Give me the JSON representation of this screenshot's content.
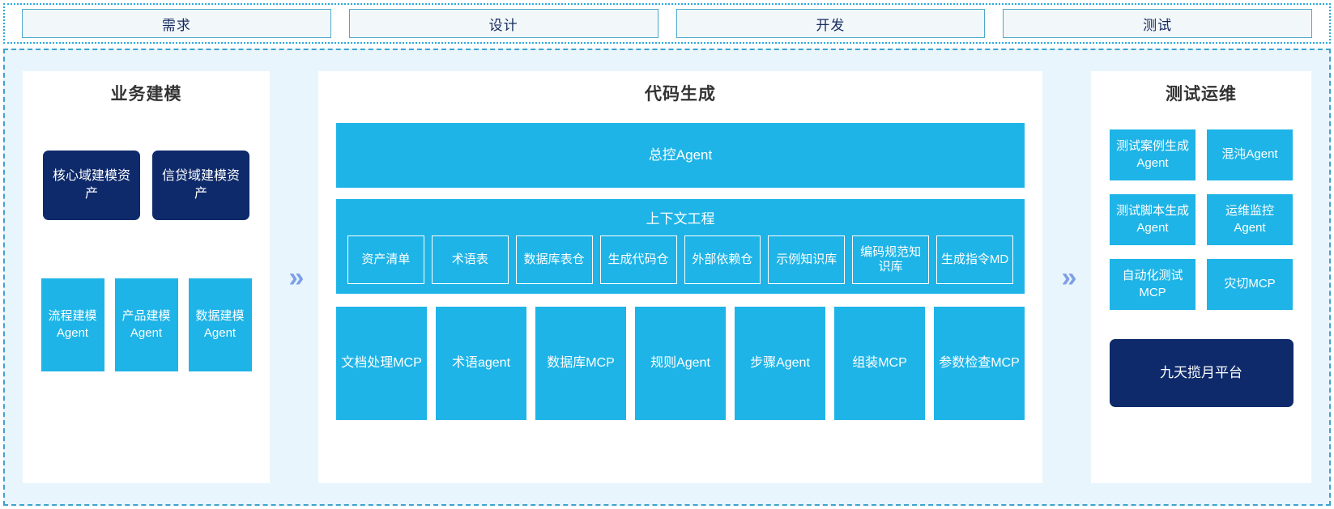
{
  "colors": {
    "cyan": "#1eb4e7",
    "navy": "#0e2a6b",
    "chevron": "#7c9fe6",
    "panel_bg": "#e9f5fc",
    "stage_fill": "#f2f7fa",
    "stage_border": "#4fa8c8"
  },
  "stages": [
    {
      "label": "需求"
    },
    {
      "label": "设计"
    },
    {
      "label": "开发"
    },
    {
      "label": "测试"
    }
  ],
  "connectors": {
    "left_to_center": "»",
    "center_to_right": "»"
  },
  "left_panel": {
    "title": "业务建模",
    "assets": [
      {
        "label": "核心域建模资产"
      },
      {
        "label": "信贷域建模资产"
      }
    ],
    "agents": [
      {
        "label": "流程建模Agent"
      },
      {
        "label": "产品建模Agent"
      },
      {
        "label": "数据建模Agent"
      }
    ]
  },
  "center_panel": {
    "title": "代码生成",
    "master_agent": "总控Agent",
    "context": {
      "title": "上下文工程",
      "items": [
        {
          "label": "资产清单"
        },
        {
          "label": "术语表"
        },
        {
          "label": "数据库表仓"
        },
        {
          "label": "生成代码仓"
        },
        {
          "label": "外部依赖仓"
        },
        {
          "label": "示例知识库"
        },
        {
          "label": "编码规范知识库"
        },
        {
          "label": "生成指令MD"
        }
      ]
    },
    "tools": [
      {
        "label": "文档处理MCP"
      },
      {
        "label": "术语agent"
      },
      {
        "label": "数据库MCP"
      },
      {
        "label": "规则Agent"
      },
      {
        "label": "步骤Agent"
      },
      {
        "label": "组装MCP"
      },
      {
        "label": "参数检查MCP"
      }
    ]
  },
  "right_panel": {
    "title": "测试运维",
    "cards": [
      {
        "label": "测试案例生成Agent"
      },
      {
        "label": "混沌Agent"
      },
      {
        "label": "测试脚本生成Agent"
      },
      {
        "label": "运维监控Agent"
      },
      {
        "label": "自动化测试MCP"
      },
      {
        "label": "灾切MCP"
      }
    ],
    "platform": "九天揽月平台"
  }
}
